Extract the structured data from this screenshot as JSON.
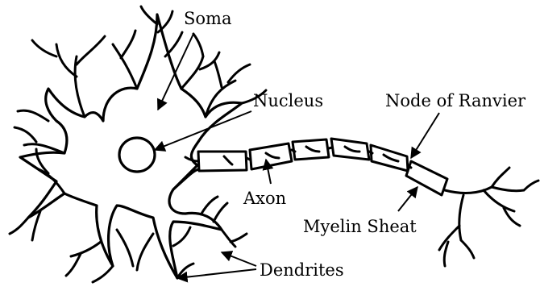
{
  "diagram": {
    "labels": {
      "soma": "Soma",
      "nucleus": "Nucleus",
      "node_of_ranvier": "Node of Ranvier",
      "axon": "Axon",
      "myelin_sheath": "Myelin Sheat",
      "dendrites": "Dendrites"
    },
    "colors": {
      "ink": "#000000",
      "background": "#ffffff"
    }
  }
}
